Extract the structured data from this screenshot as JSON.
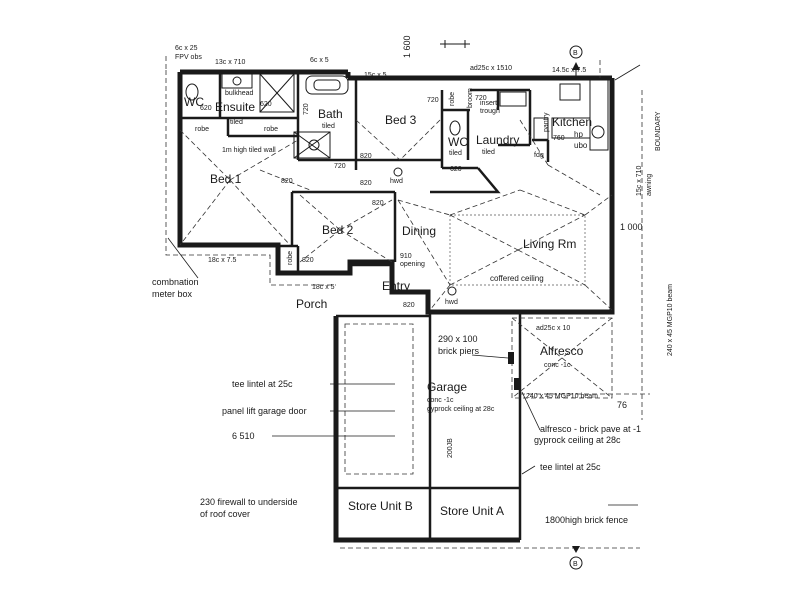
{
  "rooms": {
    "ensuite": "Ensuite",
    "wc_ensuite": "WC",
    "bath": "Bath",
    "bed3": "Bed 3",
    "wc_laundry": "WC",
    "laundry": "Laundry",
    "kitchen": "Kitchen",
    "bed1": "Bed 1",
    "bed2": "Bed 2",
    "dining": "Dining",
    "living": "Living Rm",
    "entry": "Entry",
    "porch": "Porch",
    "alfresco": "Alfresco",
    "garage": "Garage",
    "store_b": "Store Unit B",
    "store_a": "Store Unit A"
  },
  "small_labels": {
    "fpv": "6c x 25",
    "fpv2": "FPV obs",
    "win_13c": "13c x 710",
    "win_6c": "6c x 5",
    "win_15c": "15c x 5",
    "ad25c": "ad25c x 1510",
    "win_14c": "14.5c x 7.5",
    "bulkhead": "bulkhead",
    "tiled_ens": "tiled",
    "tiled_bath": "tiled",
    "tiled_wc": "tiled",
    "tiled_ldy": "tiled",
    "robe1": "robe",
    "robe2": "robe",
    "robe3": "robe",
    "robe4": "robe",
    "broom": "broom",
    "pantry": "pantry",
    "insert_trough": "insert",
    "insert_trough2": "trough",
    "hp": "hp",
    "ubo": "ubo",
    "fdg": "fdg",
    "tiled_wall": "1m high tiled wall",
    "d620": "620",
    "d720a": "720",
    "d720b": "720",
    "d720c": "720",
    "d720d": "720",
    "d820a": "820",
    "d820b": "820",
    "d820c": "820",
    "d820d": "820",
    "d820e": "820",
    "d820f": "820",
    "d620b": "620",
    "d620c": "620",
    "d760": "760",
    "hwd1": "hwd",
    "hwd2": "hwd",
    "w18c": "18c x 7.5",
    "w18c5": "18c x 5",
    "opening910": "910",
    "opening910b": "opening",
    "coffered": "coffered ceiling",
    "ad25c10": "ad25c x 10",
    "beam1": "240 x 45 MGP10 beam",
    "beam_v": "240 x 45 MGP10 beam",
    "conc_alf": "conc -1c",
    "conc_gar": "conc -1c",
    "gyprock_gar": "gyprock ceiling at 28c",
    "awning": "15c x 710",
    "awning2": "awning",
    "boundary": "BOUNDARY",
    "b_marker": "B",
    "b_marker2": "B",
    "dim_1600": "1 600",
    "dim_1000": "1 000",
    "dim_76": "76",
    "jb200": "200JB"
  },
  "notes": {
    "meter": "combnation",
    "meter2": "meter box",
    "brick_piers": "290 x 100",
    "brick_piers2": "brick piers",
    "tee_lintel1": "tee lintel at 25c",
    "panel_lift": "panel lift garage door",
    "dim_6510": "6 510",
    "alfresco_pave": "alfresco - brick pave at -1",
    "alfresco_pave2": "gyprock ceiling at 28c",
    "tee_lintel2": "tee lintel at 25c",
    "firewall": "230 firewall to underside",
    "firewall2": "of roof cover",
    "fence": "1800high brick fence"
  }
}
